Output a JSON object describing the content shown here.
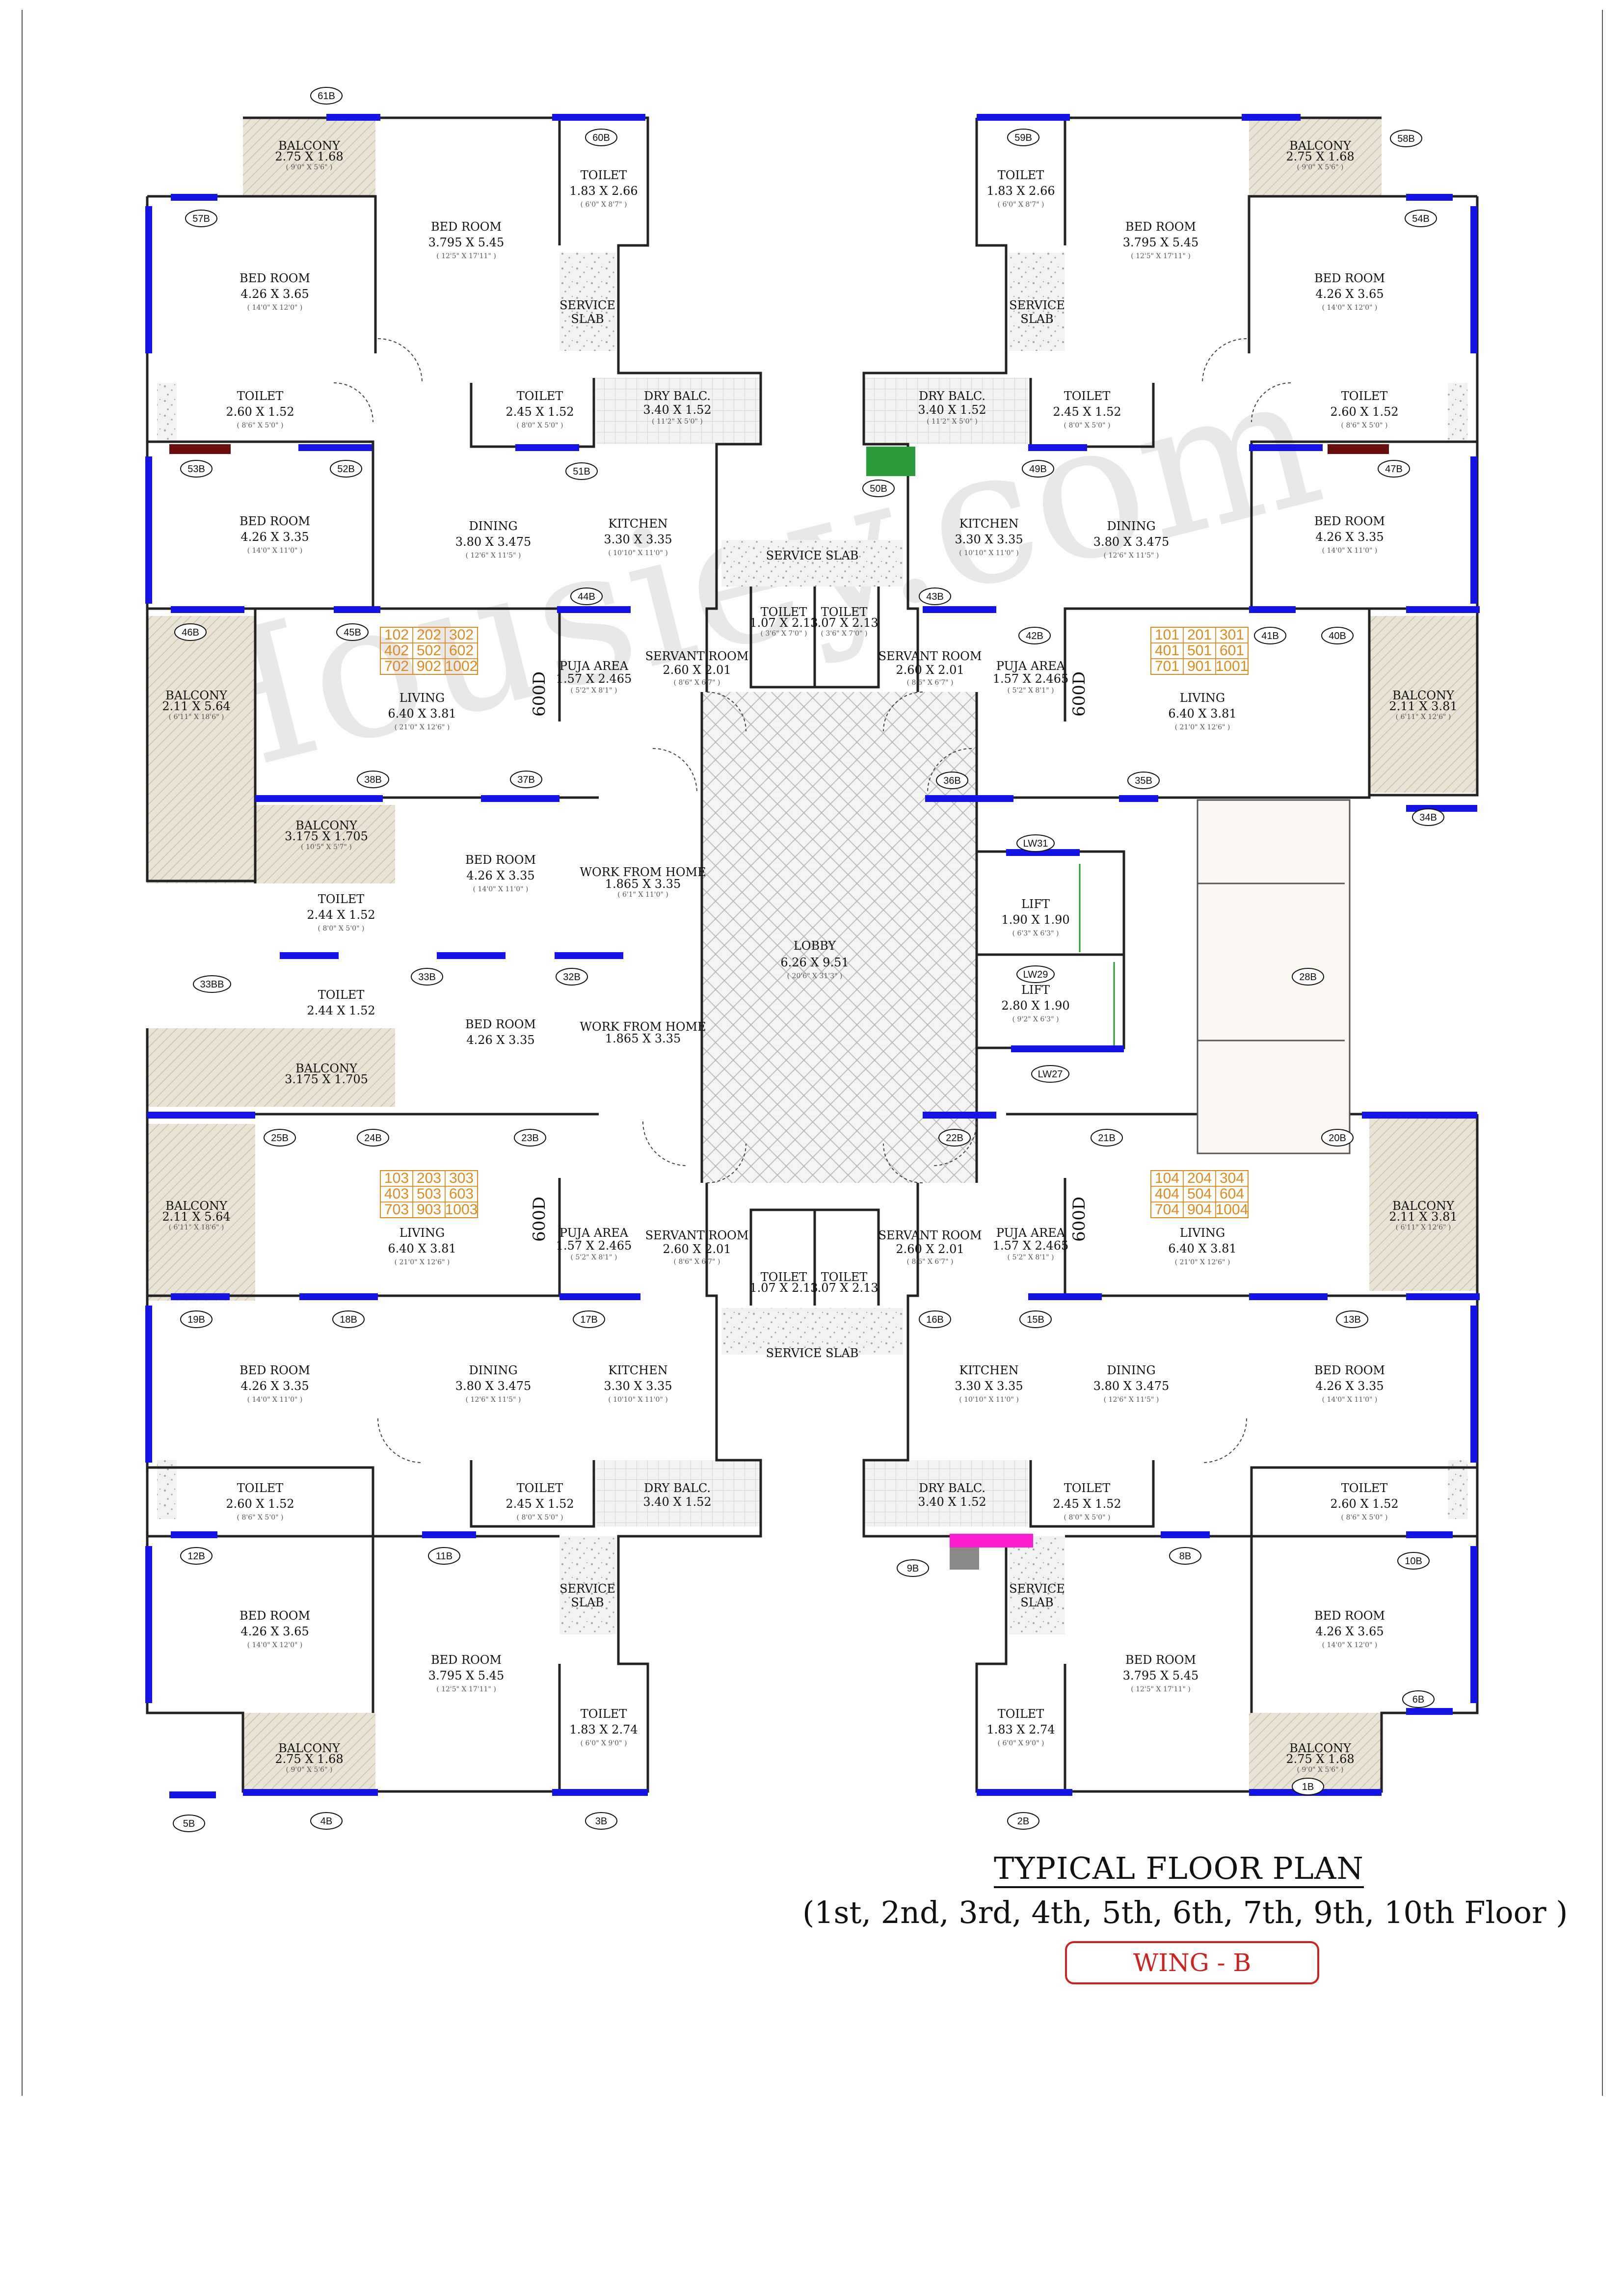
{
  "watermark": "Housiey.com",
  "title": "TYPICAL FLOOR PLAN",
  "subtitle": "(1st, 2nd, 3rd, 4th, 5th, 6th, 7th, 9th, 10th Floor )",
  "wing": "WING - B",
  "rooms": [
    {
      "name": "BALCONY",
      "dim": "2.75 X 1.68",
      "imp": "( 9'0\" X 5'6\" )"
    },
    {
      "name": "BED ROOM",
      "dim": "3.795 X 5.45",
      "imp": "( 12'5\" X 17'11\" )"
    },
    {
      "name": "TOILET",
      "dim": "1.83 X 2.66",
      "imp": "( 6'0\" X 8'7\" )"
    },
    {
      "name": "BED ROOM",
      "dim": "4.26 X 3.65",
      "imp": "( 14'0\" X 12'0\" )"
    },
    {
      "name": "SERVICE",
      "dim": "SLAB",
      "imp": ""
    },
    {
      "name": "TOILET",
      "dim": "2.60 X 1.52",
      "imp": "( 8'6\" X 5'0\" )"
    },
    {
      "name": "TOILET",
      "dim": "2.45 X 1.52",
      "imp": "( 8'0\" X 5'0\" )"
    },
    {
      "name": "DRY BALC.",
      "dim": "3.40 X 1.52",
      "imp": "( 11'2\" X 5'0\" )"
    },
    {
      "name": "BED ROOM",
      "dim": "4.26 X 3.35",
      "imp": "( 14'0\" X 11'0\" )"
    },
    {
      "name": "DINING",
      "dim": "3.80 X 3.475",
      "imp": "( 12'6\" X 11'5\" )"
    },
    {
      "name": "KITCHEN",
      "dim": "3.30 X 3.35",
      "imp": "( 10'10\" X 11'0\" )"
    },
    {
      "name": "SERVICE SLAB",
      "dim": "",
      "imp": ""
    },
    {
      "name": "TOILET",
      "dim": "1.07 X 2.13",
      "imp": "( 3'6\" X 7'0\" )"
    },
    {
      "name": "PUJA AREA",
      "dim": "1.57 X 2.465",
      "imp": "( 5'2\" X 8'1\" )"
    },
    {
      "name": "SERVANT ROOM",
      "dim": "2.60 X 2.01",
      "imp": "( 8'6\" X 6'7\" )"
    },
    {
      "name": "LIVING",
      "dim": "6.40 X 3.81",
      "imp": "( 21'0\" X 12'6\" )"
    },
    {
      "name": "BALCONY",
      "dim": "2.11 X 5.64",
      "imp": "( 6'11\" X 18'6\" )"
    },
    {
      "name": "BALCONY",
      "dim": "2.11 X 3.81",
      "imp": "( 6'11\" X 12'6\" )"
    },
    {
      "name": "BALCONY",
      "dim": "3.175 X 1.705",
      "imp": "( 10'5\" X 5'7\" )"
    },
    {
      "name": "TOILET",
      "dim": "2.44 X 1.52",
      "imp": "( 8'0\" X 5'0\" )"
    },
    {
      "name": "WORK FROM HOME",
      "dim": "1.865 X 3.35",
      "imp": "( 6'1\" X 11'0\" )"
    },
    {
      "name": "LOBBY",
      "dim": "6.26 X 9.51",
      "imp": "( 20'6\" X 31'3\" )"
    },
    {
      "name": "LIFT",
      "dim": "1.90 X 1.90",
      "imp": "( 6'3\" X 6'3\" )"
    },
    {
      "name": "LIFT",
      "dim": "2.80 X 1.90",
      "imp": "( 9'2\" X 6'3\" )"
    },
    {
      "name": "TOILET",
      "dim": "1.83 X 2.74",
      "imp": "( 6'0\" X 9'0\" )"
    }
  ],
  "units": {
    "top_left": [
      "102",
      "202",
      "302",
      "402",
      "502",
      "602",
      "702",
      "902",
      "1002"
    ],
    "top_right": [
      "101",
      "201",
      "301",
      "401",
      "501",
      "601",
      "701",
      "901",
      "1001"
    ],
    "bottom_left": [
      "103",
      "203",
      "303",
      "403",
      "503",
      "603",
      "703",
      "903",
      "1003"
    ],
    "bottom_right": [
      "104",
      "204",
      "304",
      "404",
      "504",
      "604",
      "704",
      "904",
      "1004"
    ]
  },
  "door_label": "600D",
  "tags": [
    "61B",
    "60B",
    "59B",
    "58B",
    "57B",
    "54B",
    "53B",
    "52B",
    "51B",
    "50B",
    "49B",
    "47B",
    "46B",
    "45B",
    "44B",
    "43B",
    "42B",
    "41B",
    "40B",
    "38B",
    "37B",
    "36B",
    "35B",
    "34B",
    "33B",
    "33BB",
    "32B",
    "28B",
    "25B",
    "24B",
    "23B",
    "22B",
    "21B",
    "20B",
    "19B",
    "18B",
    "17B",
    "16B",
    "15B",
    "13B",
    "12B",
    "11B",
    "10B",
    "9B",
    "8B",
    "6B",
    "5B",
    "4B",
    "3B",
    "2B",
    "1B",
    "LW31",
    "LW29",
    "LW27"
  ]
}
